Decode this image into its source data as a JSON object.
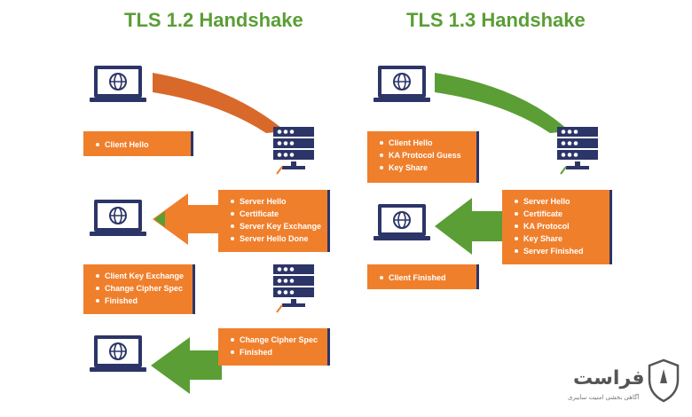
{
  "titles": {
    "left": "TLS 1.2 Handshake",
    "right": "TLS 1.3 Handshake"
  },
  "tls12": {
    "client_hello": [
      "Client Hello"
    ],
    "server_messages": [
      "Server Hello",
      "Certificate",
      "Server Key Exchange",
      "Server Hello Done"
    ],
    "client_messages": [
      "Client Key Exchange",
      "Change Cipher Spec",
      "Finished"
    ],
    "server_final": [
      "Change Cipher Spec",
      "Finished"
    ]
  },
  "tls13": {
    "client_messages": [
      "Client Hello",
      "KA Protocol Guess",
      "Key Share"
    ],
    "server_messages": [
      "Server Hello",
      "Certificate",
      "KA Protocol",
      "Key Share",
      "Server Finished"
    ],
    "client_finished": [
      "Client Finished"
    ]
  },
  "logo": {
    "name": "فراست",
    "tagline": "آگاهی بخشی امنیت سایبری"
  },
  "colors": {
    "title_green": "#5a9e35",
    "box_orange": "#f07f2c",
    "arrow_orange": "#d8692a",
    "arrow_green": "#5a9e35",
    "navy": "#2c3568"
  }
}
